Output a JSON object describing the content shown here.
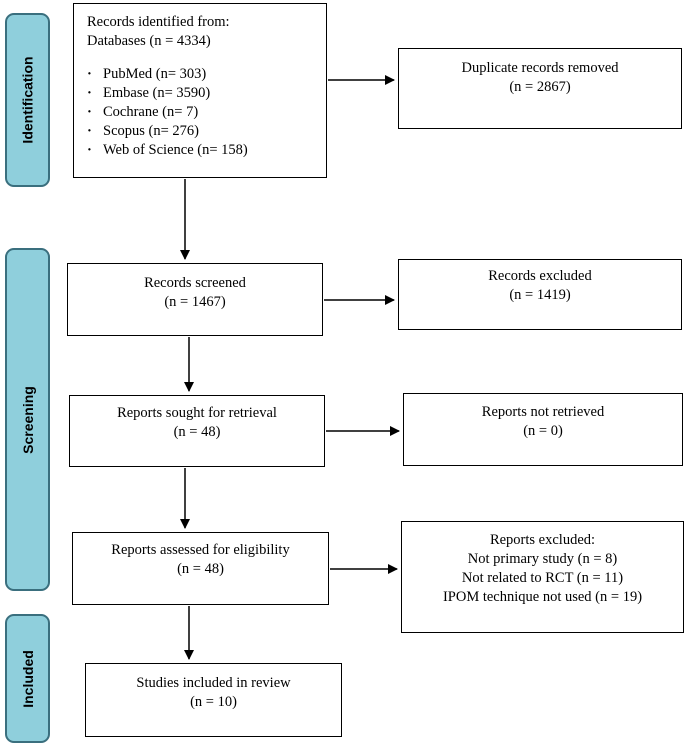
{
  "phases": {
    "identification": "Identification",
    "screening": "Screening",
    "included": "Included"
  },
  "identification_box": {
    "heading": "Records identified from:",
    "subheading": "Databases (n = 4334)",
    "sources": [
      "PubMed (n= 303)",
      "Embase (n= 3590)",
      "Cochrane (n= 7)",
      "Scopus (n= 276)",
      "Web of Science (n= 158)"
    ]
  },
  "duplicates_box": {
    "line1": "Duplicate records removed",
    "line2": "(n = 2867)"
  },
  "screened_box": {
    "line1": "Records screened",
    "line2": "(n = 1467)"
  },
  "excluded_box": {
    "line1": "Records excluded",
    "line2": "(n = 1419)"
  },
  "sought_box": {
    "line1": "Reports sought for retrieval",
    "line2": "(n = 48)"
  },
  "not_retrieved_box": {
    "line1": "Reports not retrieved",
    "line2": "(n = 0)"
  },
  "assessed_box": {
    "line1": "Reports assessed for eligibility",
    "line2": "(n = 48)"
  },
  "reports_excluded_box": {
    "heading": "Reports excluded:",
    "reasons": [
      "Not primary study (n = 8)",
      "Not related to RCT (n = 11)",
      "IPOM technique not used (n = 19)"
    ]
  },
  "included_box": {
    "line1": "Studies included in review",
    "line2": "(n = 10)"
  }
}
